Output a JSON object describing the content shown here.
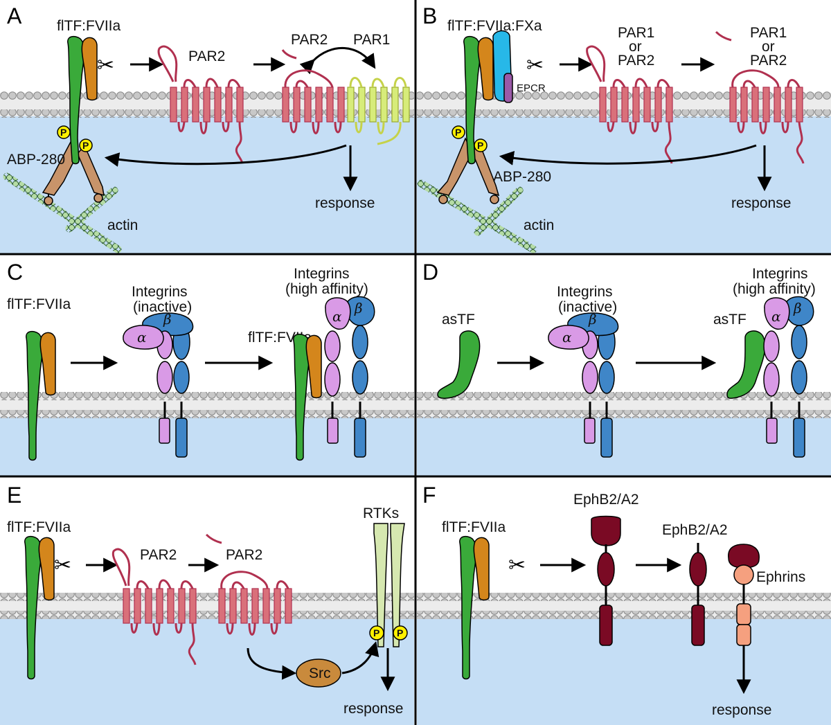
{
  "panels": {
    "A": {
      "letter": "A",
      "fltf": "flTF:FVIIa",
      "par2": "PAR2",
      "par2b": "PAR2",
      "par1": "PAR1",
      "abp": "ABP-280",
      "actin": "actin",
      "response": "response",
      "p1": "P",
      "p2": "P"
    },
    "B": {
      "letter": "B",
      "complex": "flTF:FVIIa:FXa",
      "epcr": "EPCR",
      "par_a1": "PAR1",
      "par_or1": "or",
      "par_a2": "PAR2",
      "par_b1": "PAR1",
      "par_or2": "or",
      "par_b2": "PAR2",
      "abp": "ABP-280",
      "actin": "actin",
      "response": "response",
      "p1": "P",
      "p2": "P"
    },
    "C": {
      "letter": "C",
      "fltf": "flTF:FVIIa",
      "fltf2": "flTF:FVIIa",
      "int1_line1": "Integrins",
      "int1_line2": "(inactive)",
      "int2_line1": "Integrins",
      "int2_line2": "(high affinity)",
      "alpha": "α",
      "beta": "β"
    },
    "D": {
      "letter": "D",
      "astf": "asTF",
      "astf2": "asTF",
      "int1_line1": "Integrins",
      "int1_line2": "(inactive)",
      "int2_line1": "Integrins",
      "int2_line2": "(high affinity)",
      "alpha": "α",
      "beta": "β"
    },
    "E": {
      "letter": "E",
      "fltf": "flTF:FVIIa",
      "par2a": "PAR2",
      "par2b": "PAR2",
      "rtks": "RTKs",
      "src": "Src",
      "response": "response",
      "p1": "P",
      "p2": "P"
    },
    "F": {
      "letter": "F",
      "fltf": "flTF:FVIIa",
      "eph1": "EphB2/A2",
      "eph2": "EphB2/A2",
      "ephrins": "Ephrins",
      "response": "response"
    }
  },
  "colors": {
    "tf_green": "#3aaa3a",
    "fviia_orange": "#d4861c",
    "par_pink": "#d9707a",
    "par_loop": "#b0304f",
    "par1_yellow": "#d7ec7a",
    "integrin_alpha": "#d99ae6",
    "integrin_beta": "#3f86c8",
    "abp_tan": "#c8946a",
    "cytoplasm": "#c5def5",
    "fxa_cyan": "#27b8e8",
    "epcr_purple": "#9a5aa8",
    "eph_maroon": "#7a0a24",
    "ephrin_salmon": "#f5a07f",
    "src_tan": "#c98a3c",
    "rtk_green": "#d6e8b0",
    "phospho_yellow": "#fff000",
    "actin_green": "#a8d49a"
  }
}
